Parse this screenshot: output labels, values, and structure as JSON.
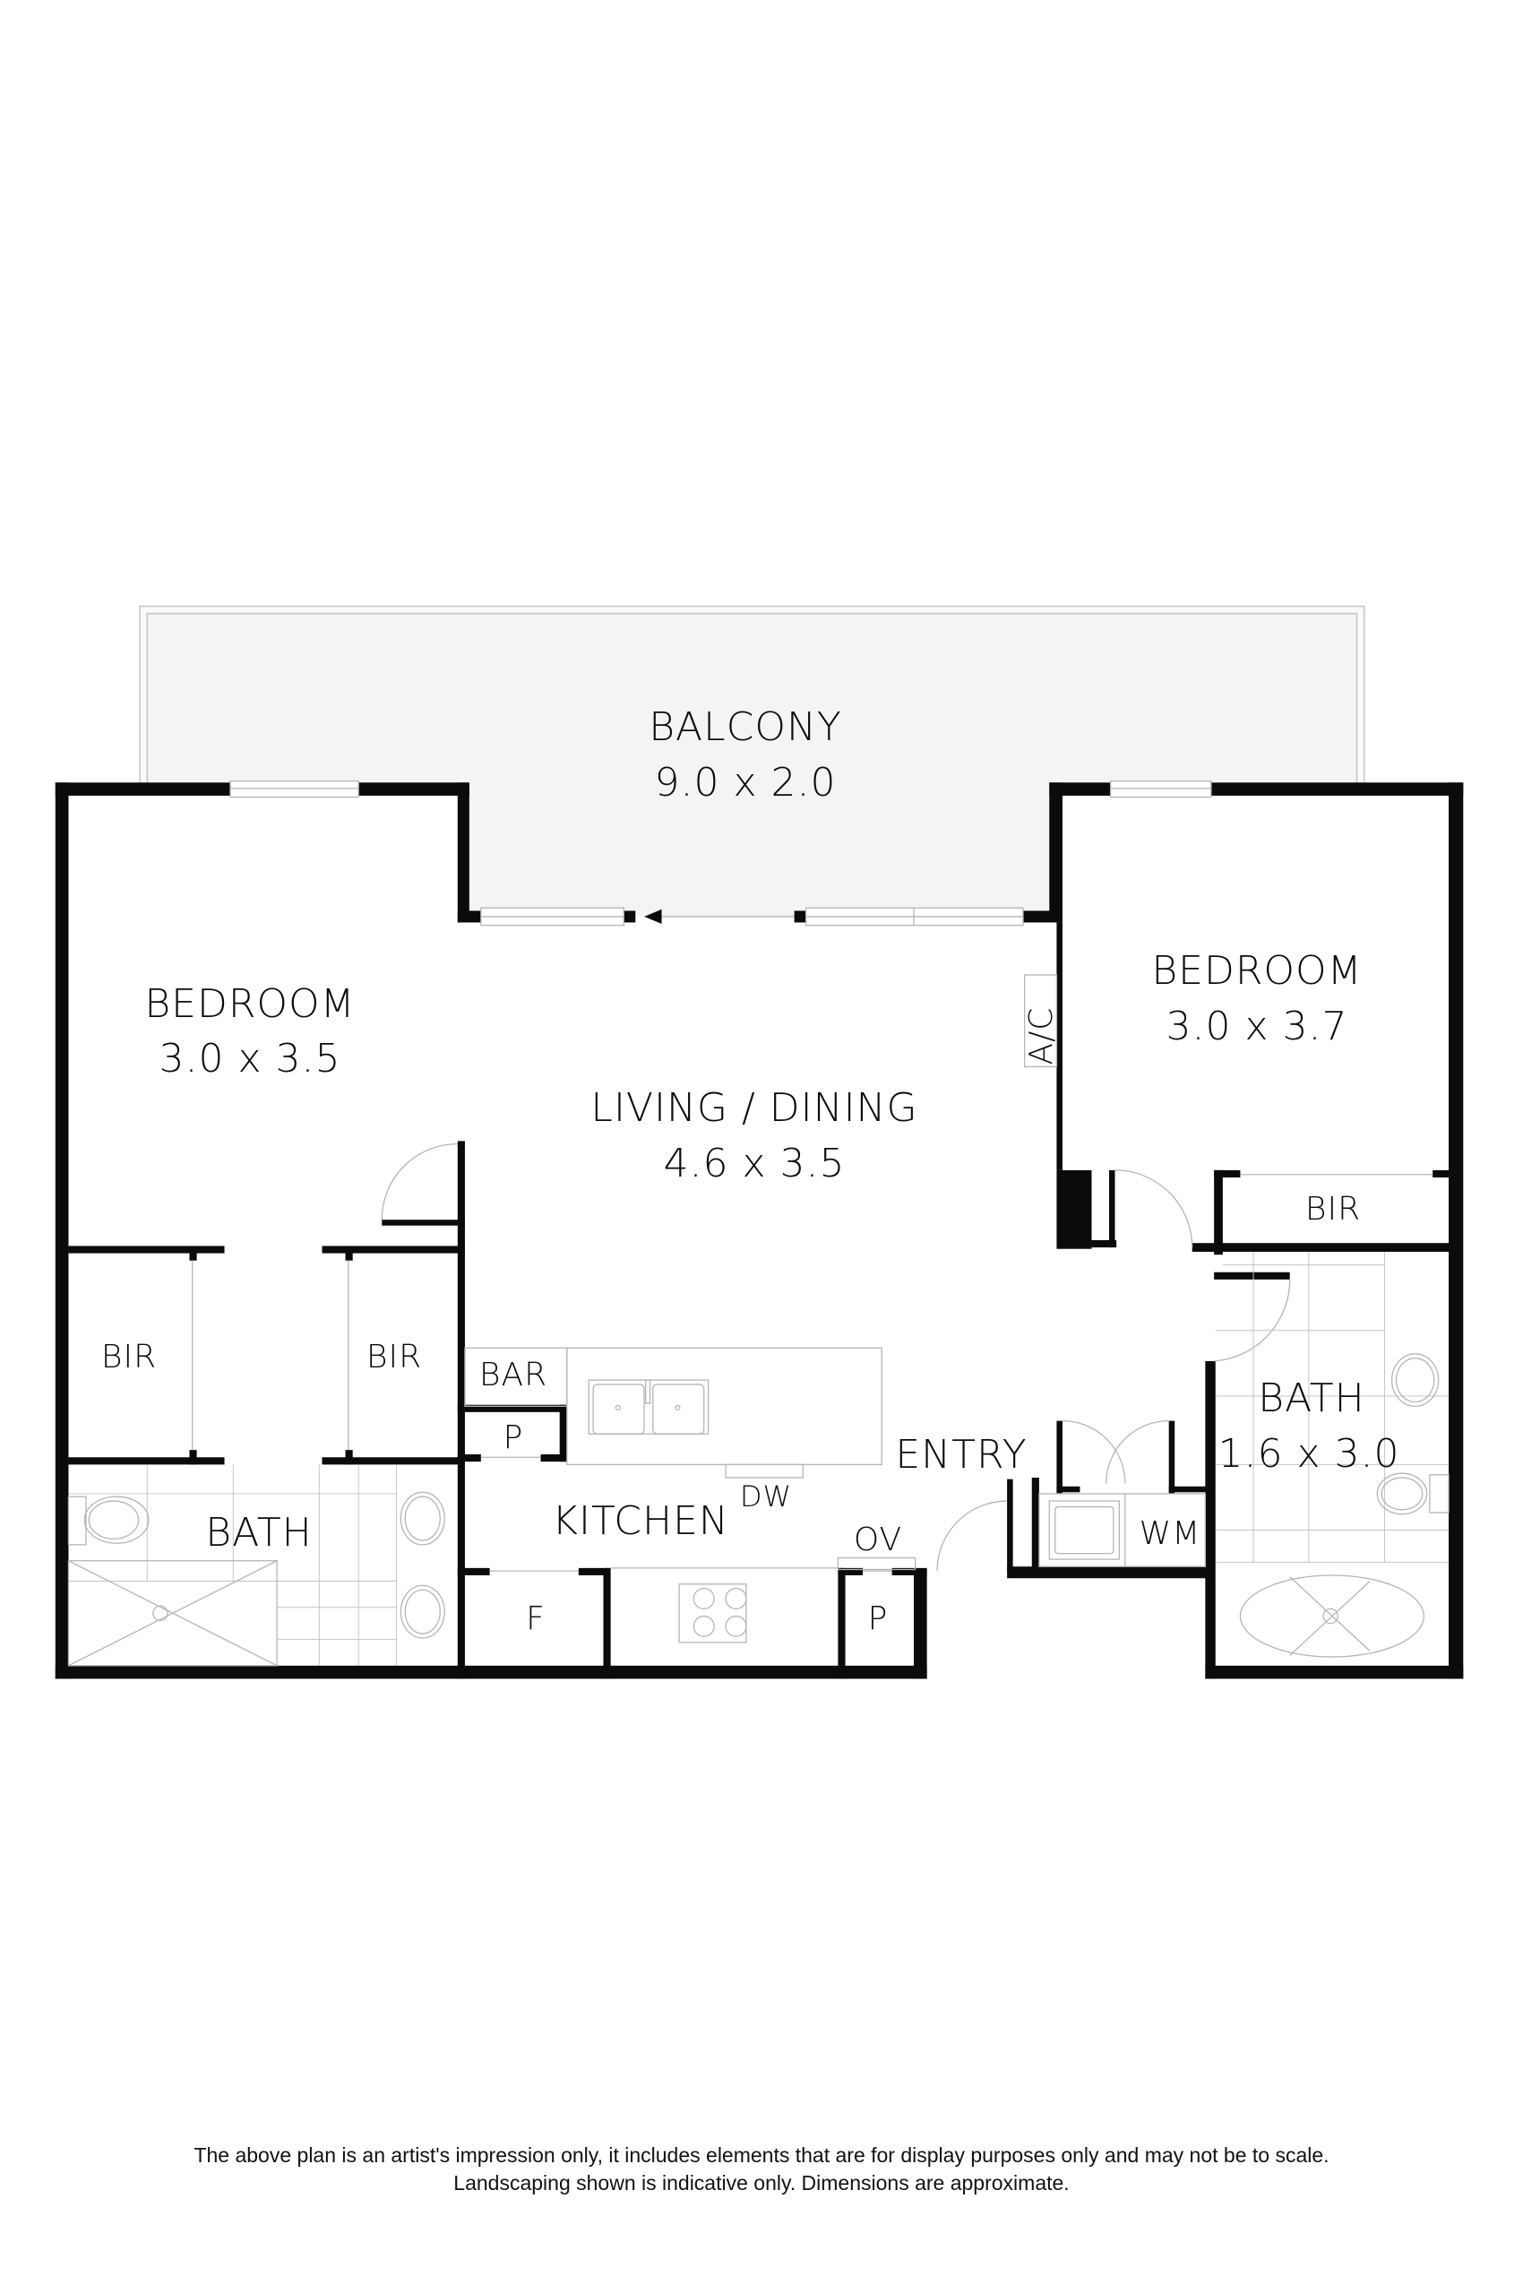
{
  "plan": {
    "rooms": {
      "balcony": {
        "name": "BALCONY",
        "size": "9.0 x 2.0"
      },
      "bedroom_left": {
        "name": "BEDROOM",
        "size": "3.0 x 3.5"
      },
      "living": {
        "name": "LIVING / DINING",
        "size": "4.6 x 3.5"
      },
      "bedroom_right": {
        "name": "BEDROOM",
        "size": "3.0 x 3.7"
      },
      "bath_right": {
        "name": "BATH",
        "size": "1.6 x 3.0"
      },
      "bath_left": {
        "name": "BATH"
      },
      "kitchen": {
        "name": "KITCHEN"
      },
      "entry": {
        "name": "ENTRY"
      }
    },
    "fixtures": {
      "ac": "A/C",
      "bir_left_1": "BIR",
      "bir_left_2": "BIR",
      "bir_right": "BIR",
      "bar": "BAR",
      "pantry_1": "P",
      "pantry_2": "P",
      "dishwasher": "DW",
      "oven": "OV",
      "fridge": "F",
      "washing_machine": "WM"
    },
    "colors": {
      "wall": "#0b0b0c",
      "balcony_fill": "#f4f4f4",
      "fixture_line": "#b5b5b5"
    }
  },
  "footer": {
    "line1": "The above plan is an artist's impression only, it includes elements that are for display purposes only and may not be to scale.",
    "line2": "Landscaping shown is indicative only. Dimensions are approximate."
  }
}
